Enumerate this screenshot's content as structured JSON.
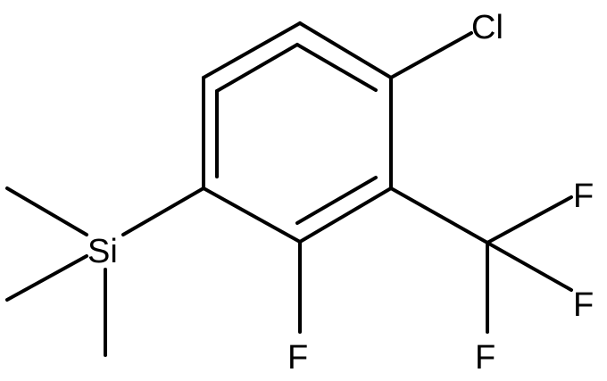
{
  "molecule": {
    "atoms": {
      "cl": "Cl",
      "si": "Si",
      "f_ring": "F",
      "f_top": "F",
      "f_mid": "F",
      "f_bottom": "F"
    },
    "colors": {
      "bond": "#000000",
      "text": "#000000",
      "background": "#ffffff"
    }
  }
}
